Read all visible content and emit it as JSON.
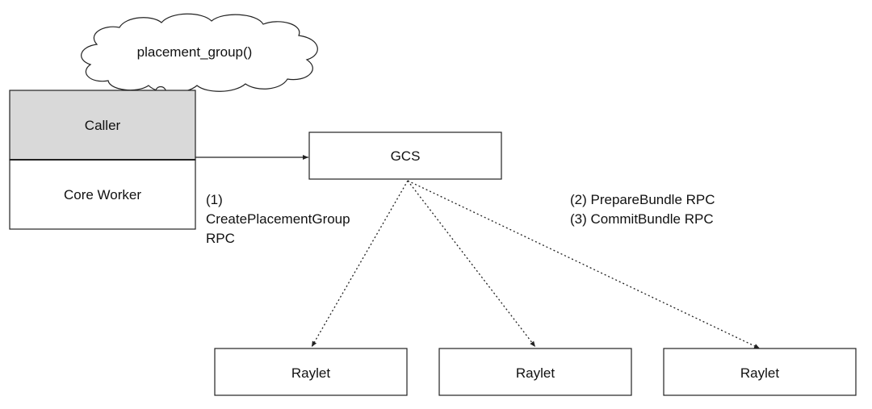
{
  "thought_bubble": {
    "text": "placement_group()"
  },
  "caller": {
    "label": "Caller"
  },
  "core_worker": {
    "label": "Core Worker"
  },
  "gcs": {
    "label": "GCS"
  },
  "rpc_create": {
    "lines": [
      "(1)",
      "CreatePlacementGroup",
      "RPC"
    ]
  },
  "rpc_bundle": {
    "lines": [
      "(2) PrepareBundle RPC",
      "(3) CommitBundle RPC"
    ]
  },
  "raylets": [
    {
      "label": "Raylet"
    },
    {
      "label": "Raylet"
    },
    {
      "label": "Raylet"
    }
  ],
  "colors": {
    "caller_fill": "#d9d9d9",
    "stroke": "#222222",
    "arrow": "#222222"
  }
}
